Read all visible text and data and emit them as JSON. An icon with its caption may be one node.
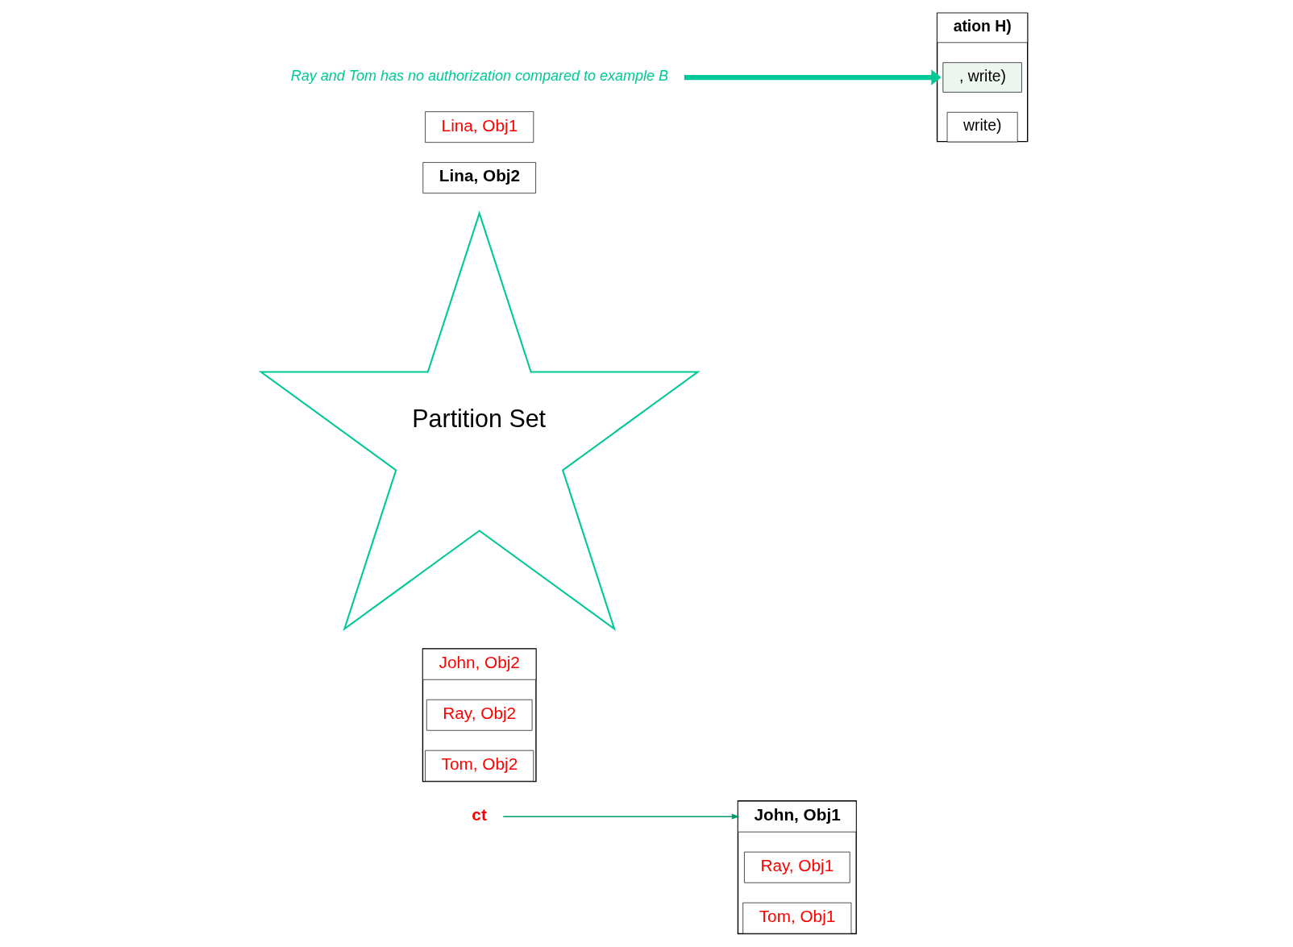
{
  "diagram": {
    "nodes": [
      {
        "text": [
          "ct"
        ]
      },
      {
        "text": [],
        "shape": "box"
      },
      {
        "text": [
          "John, Obj1"
        ],
        "in": 1
      },
      {
        "text": [
          "Ray, Obj1"
        ],
        "in": 1
      },
      {
        "text": [
          "Tom, Obj1"
        ],
        "in": 1
      },
      {
        "text": [],
        "shape": "box"
      },
      {
        "text": [
          "John, Obj2"
        ],
        "in": 5
      },
      {
        "text": [
          "Ray, Obj2"
        ],
        "in": 5
      },
      {
        "text": [
          "Tom, Obj2"
        ],
        "in": 5
      },
      {
        "text": [
          "Partition Set"
        ]
      },
      {
        "text": [
          "Lina, Obj2"
        ]
      },
      {
        "text": [
          "Lina, Obj1"
        ]
      },
      {
        "text": [],
        "shape": "box"
      },
      {
        "text": [
          "ation H)"
        ],
        "in": 12
      },
      {
        "text": [
          ", write)"
        ],
        "in": 12
      },
      {
        "text": [
          "write)"
        ],
        "in": 12
      },
      {
        "text": [
          "Ray and Tom has no authorization compared to example B"
        ]
      }
    ],
    "edges": [
      {
        "from": 0,
        "to": 2,
        "arrow": "to",
        "color": "#009970"
      },
      {
        "from": 16,
        "to": 12,
        "arrow": "to",
        "style": "thick",
        "color": "#00c896"
      }
    ]
  }
}
